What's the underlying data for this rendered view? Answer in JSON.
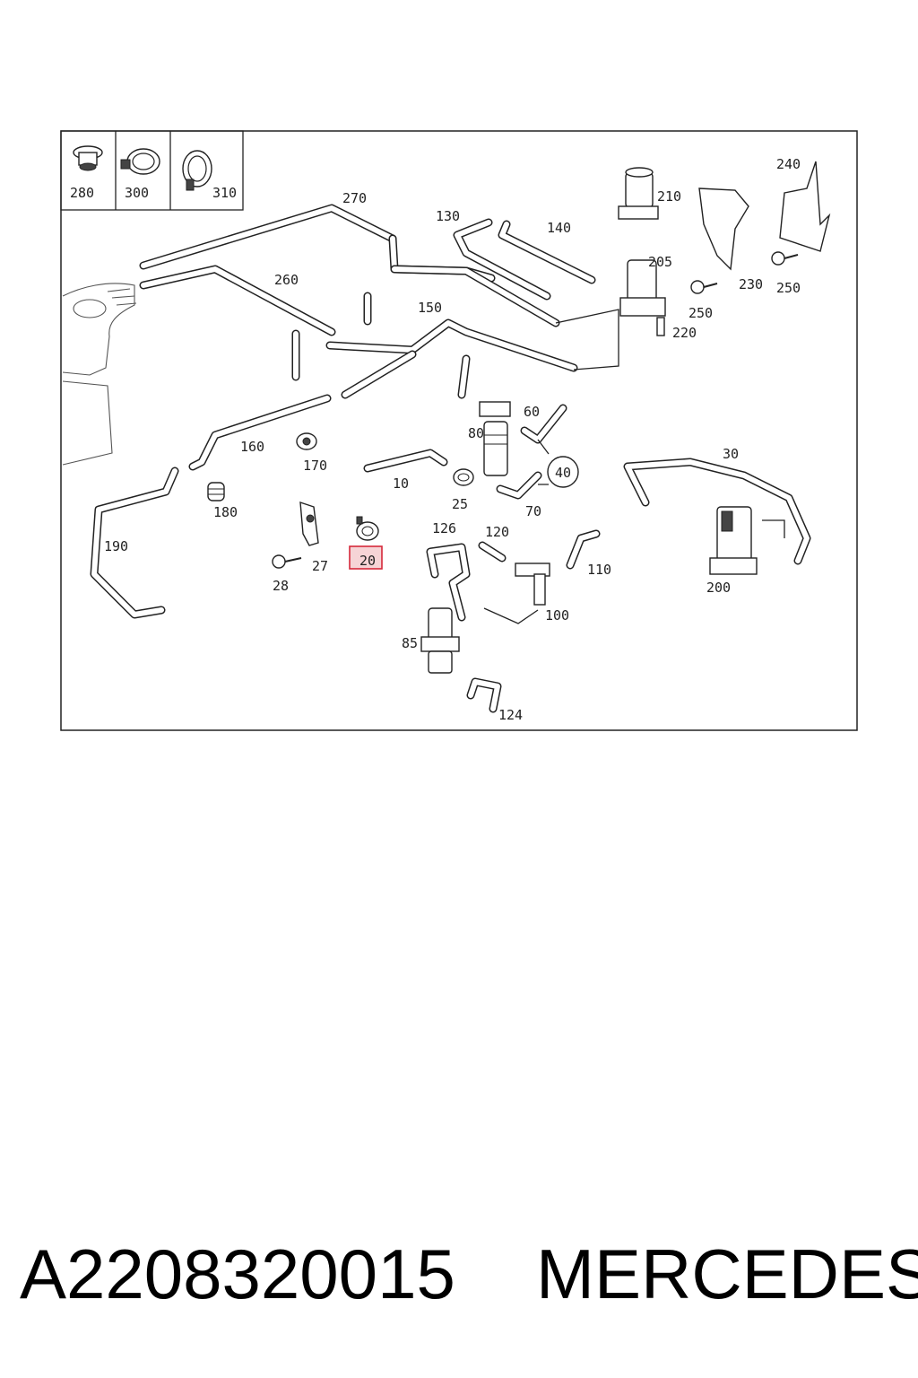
{
  "parts_diagram": {
    "callouts": [
      {
        "id": "280",
        "label": "280"
      },
      {
        "id": "300",
        "label": "300"
      },
      {
        "id": "310",
        "label": "310"
      },
      {
        "id": "270",
        "label": "270"
      },
      {
        "id": "130",
        "label": "130"
      },
      {
        "id": "140",
        "label": "140"
      },
      {
        "id": "210",
        "label": "210"
      },
      {
        "id": "240",
        "label": "240"
      },
      {
        "id": "205",
        "label": "205"
      },
      {
        "id": "260",
        "label": "260"
      },
      {
        "id": "230",
        "label": "230"
      },
      {
        "id": "250a",
        "label": "250"
      },
      {
        "id": "250b",
        "label": "250"
      },
      {
        "id": "150",
        "label": "150"
      },
      {
        "id": "220",
        "label": "220"
      },
      {
        "id": "60",
        "label": "60"
      },
      {
        "id": "80",
        "label": "80"
      },
      {
        "id": "160",
        "label": "160"
      },
      {
        "id": "30",
        "label": "30"
      },
      {
        "id": "170",
        "label": "170"
      },
      {
        "id": "10",
        "label": "10"
      },
      {
        "id": "40",
        "label": "40"
      },
      {
        "id": "25",
        "label": "25"
      },
      {
        "id": "180",
        "label": "180"
      },
      {
        "id": "70",
        "label": "70"
      },
      {
        "id": "126",
        "label": "126"
      },
      {
        "id": "120",
        "label": "120"
      },
      {
        "id": "190",
        "label": "190"
      },
      {
        "id": "27",
        "label": "27"
      },
      {
        "id": "20",
        "label": "20",
        "highlighted": true
      },
      {
        "id": "110",
        "label": "110"
      },
      {
        "id": "28",
        "label": "28"
      },
      {
        "id": "200",
        "label": "200"
      },
      {
        "id": "100",
        "label": "100"
      },
      {
        "id": "85",
        "label": "85"
      },
      {
        "id": "124",
        "label": "124"
      }
    ],
    "highlight_color": "#d5283a"
  },
  "footer": {
    "part_number": "A2208320015",
    "brand": "MERCEDES"
  }
}
